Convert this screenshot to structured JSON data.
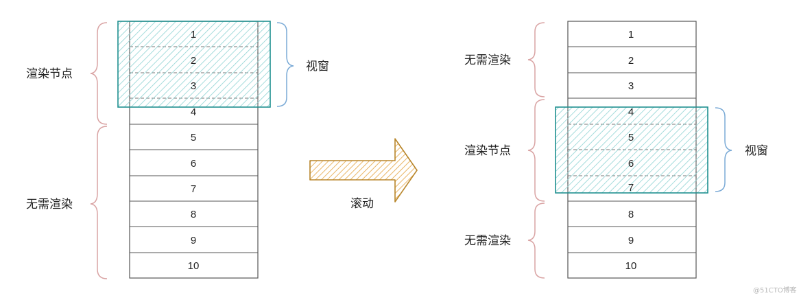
{
  "left_list": {
    "items": [
      "1",
      "2",
      "3",
      "4",
      "5",
      "6",
      "7",
      "8",
      "9",
      "10"
    ],
    "render_label": "渲染节点",
    "no_render_label": "无需渲染",
    "viewport_label": "视窗"
  },
  "arrow": {
    "label": "滚动"
  },
  "right_list": {
    "items": [
      "1",
      "2",
      "3",
      "4",
      "5",
      "6",
      "7",
      "8",
      "9",
      "10"
    ],
    "no_render_top_label": "无需渲染",
    "render_label": "渲染节点",
    "no_render_bottom_label": "无需渲染",
    "viewport_label": "视窗"
  },
  "colors": {
    "list_border": "#555555",
    "viewport": "#1e8f8f",
    "viewport_hatch": "#8fd3d3",
    "render_brace": "#d9a3a3",
    "viewport_brace": "#7aaad6",
    "arrow_stroke": "#b8862b",
    "arrow_hatch": "#e9b565"
  },
  "watermark": "@51CTO博客"
}
